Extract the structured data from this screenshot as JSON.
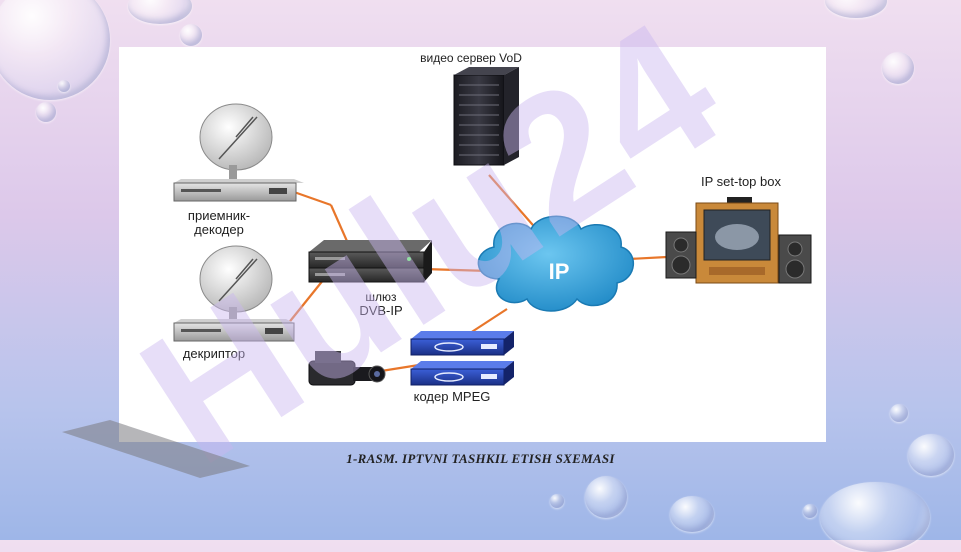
{
  "labels": {
    "vod_server": "видео сервер VoD",
    "stb": "IP set-top box",
    "receiver_line1": "приемник-",
    "receiver_line2": "декодер",
    "gateway_line1": "шлюз",
    "gateway_line2": "DVB-IP",
    "decryptor": "декриптор",
    "encoder": "кодер MPEG",
    "ip_cloud": "IP"
  },
  "watermark": "Hulu24",
  "caption": "1-RASM. IPTVNI TASHKIL ETISH SXEMASI",
  "colors": {
    "link": "#e8762a",
    "cloud": "#2a9fd6",
    "watermark_violet": "#c9b6f0",
    "watermark_gray": "#7a7a80"
  }
}
